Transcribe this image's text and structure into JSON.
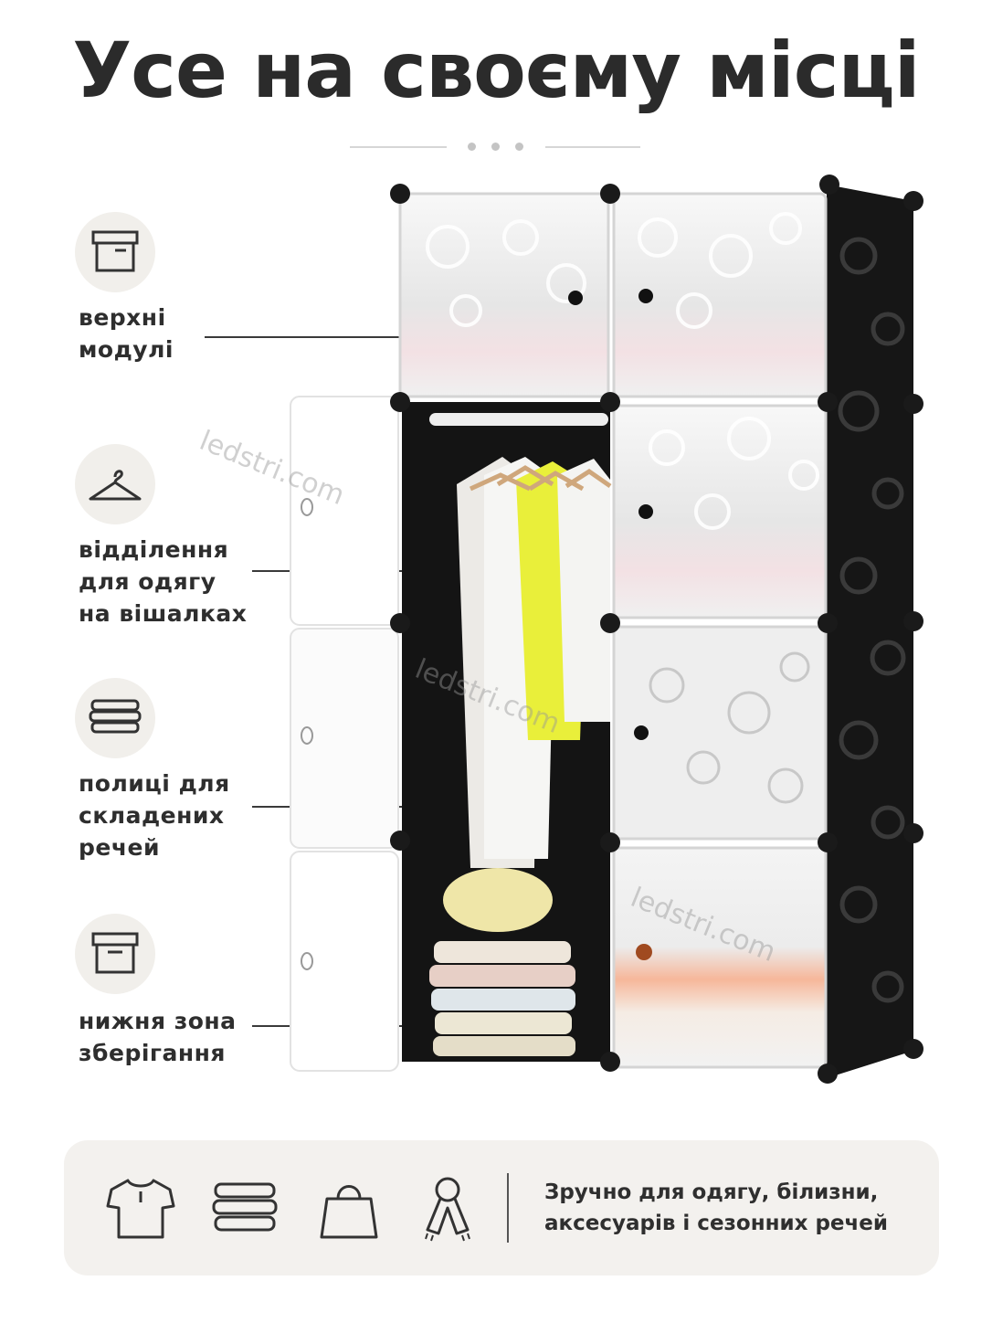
{
  "title": "Усе на своєму місці",
  "features": [
    {
      "icon": "storage-box-icon",
      "lines": [
        "верхні",
        "модулі"
      ]
    },
    {
      "icon": "hanger-icon",
      "lines": [
        "відділення",
        "для одягу",
        "на вішалках"
      ]
    },
    {
      "icon": "folded-clothes-icon",
      "lines": [
        "полиці для",
        "складених",
        "речей"
      ]
    },
    {
      "icon": "storage-box-icon",
      "lines": [
        "нижня зона",
        "зберігання"
      ]
    }
  ],
  "watermark": "ledstri.com",
  "bottom_bar": {
    "icons": [
      "tshirt-icon",
      "folded-laundry-icon",
      "handbag-icon",
      "scarf-icon"
    ],
    "lines": [
      "Зручно для одягу, білизни,",
      "аксесуарів і сезонних речей"
    ]
  },
  "colors": {
    "frame": "#111111",
    "panel": "#f4f4f4",
    "accent_yellow": "#e9ef3a",
    "bar_bg": "#f3f1ee",
    "icon_bg": "#f1efeb"
  }
}
